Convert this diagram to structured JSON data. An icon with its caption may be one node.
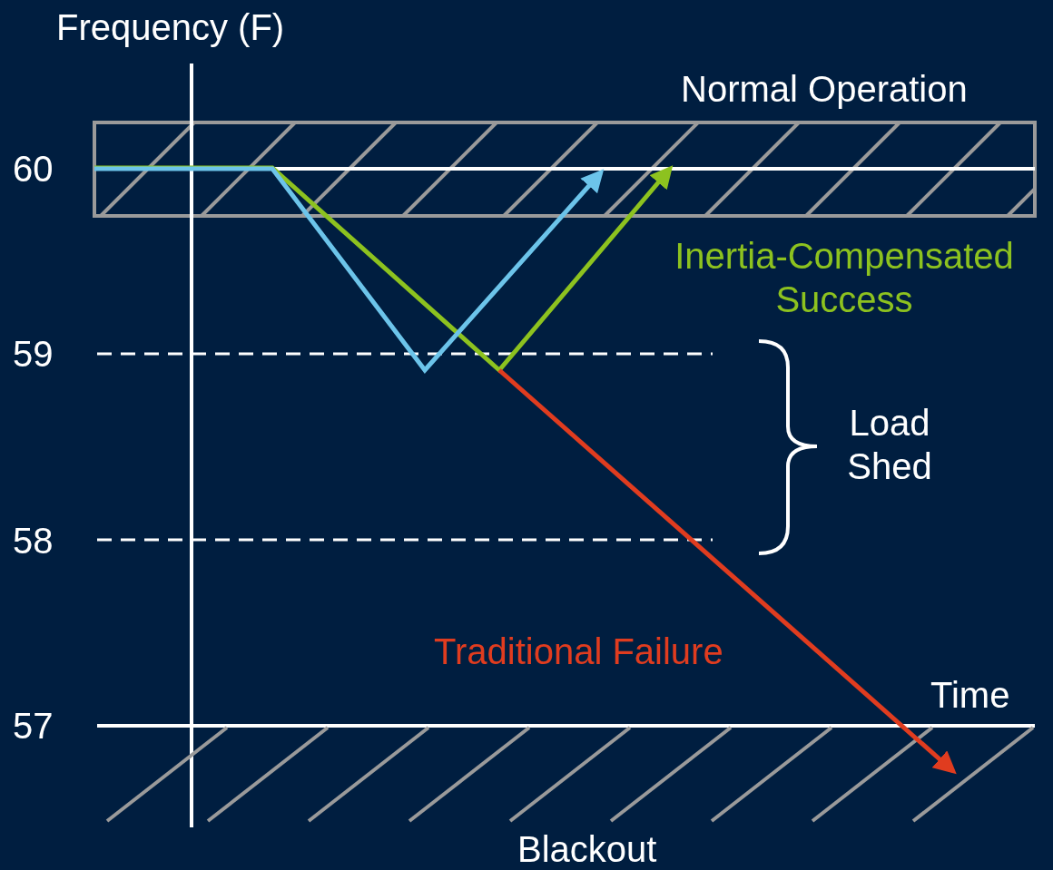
{
  "diagram": {
    "labels": [
      "Frequency (F)",
      "60",
      "59",
      "58",
      "57",
      "Normal Operation",
      "Inertia-Compensated Success",
      "Load Shed",
      "Traditional Failure",
      "Time",
      "Blackout"
    ]
  }
}
